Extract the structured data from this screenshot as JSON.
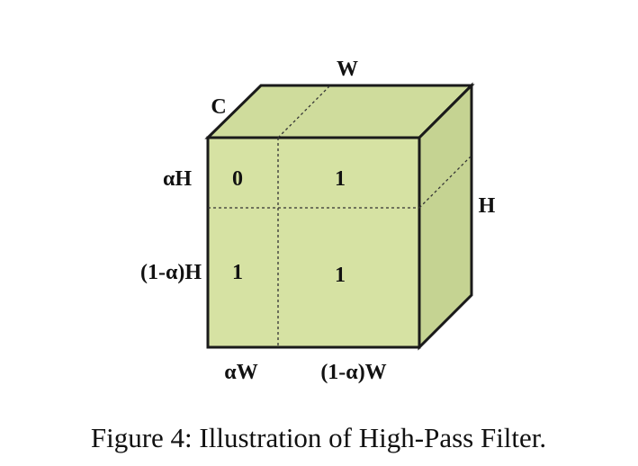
{
  "figure": {
    "labels": {
      "width": "W",
      "channel": "C",
      "height": "H",
      "alpha_h": "αH",
      "one_minus_alpha_h": "(1-α)H",
      "alpha_w": "αW",
      "one_minus_alpha_w": "(1-α)W"
    },
    "cells": {
      "top_left": "0",
      "top_right": "1",
      "bottom_left": "1",
      "bottom_right": "1"
    },
    "caption": "Figure 4: Illustration of High-Pass Filter."
  },
  "colors": {
    "front_face": "#d6e2a3",
    "top_face": "#cfdc9c",
    "side_face": "#c5d392",
    "edge": "#1a1a1a",
    "dashed": "#333333"
  }
}
